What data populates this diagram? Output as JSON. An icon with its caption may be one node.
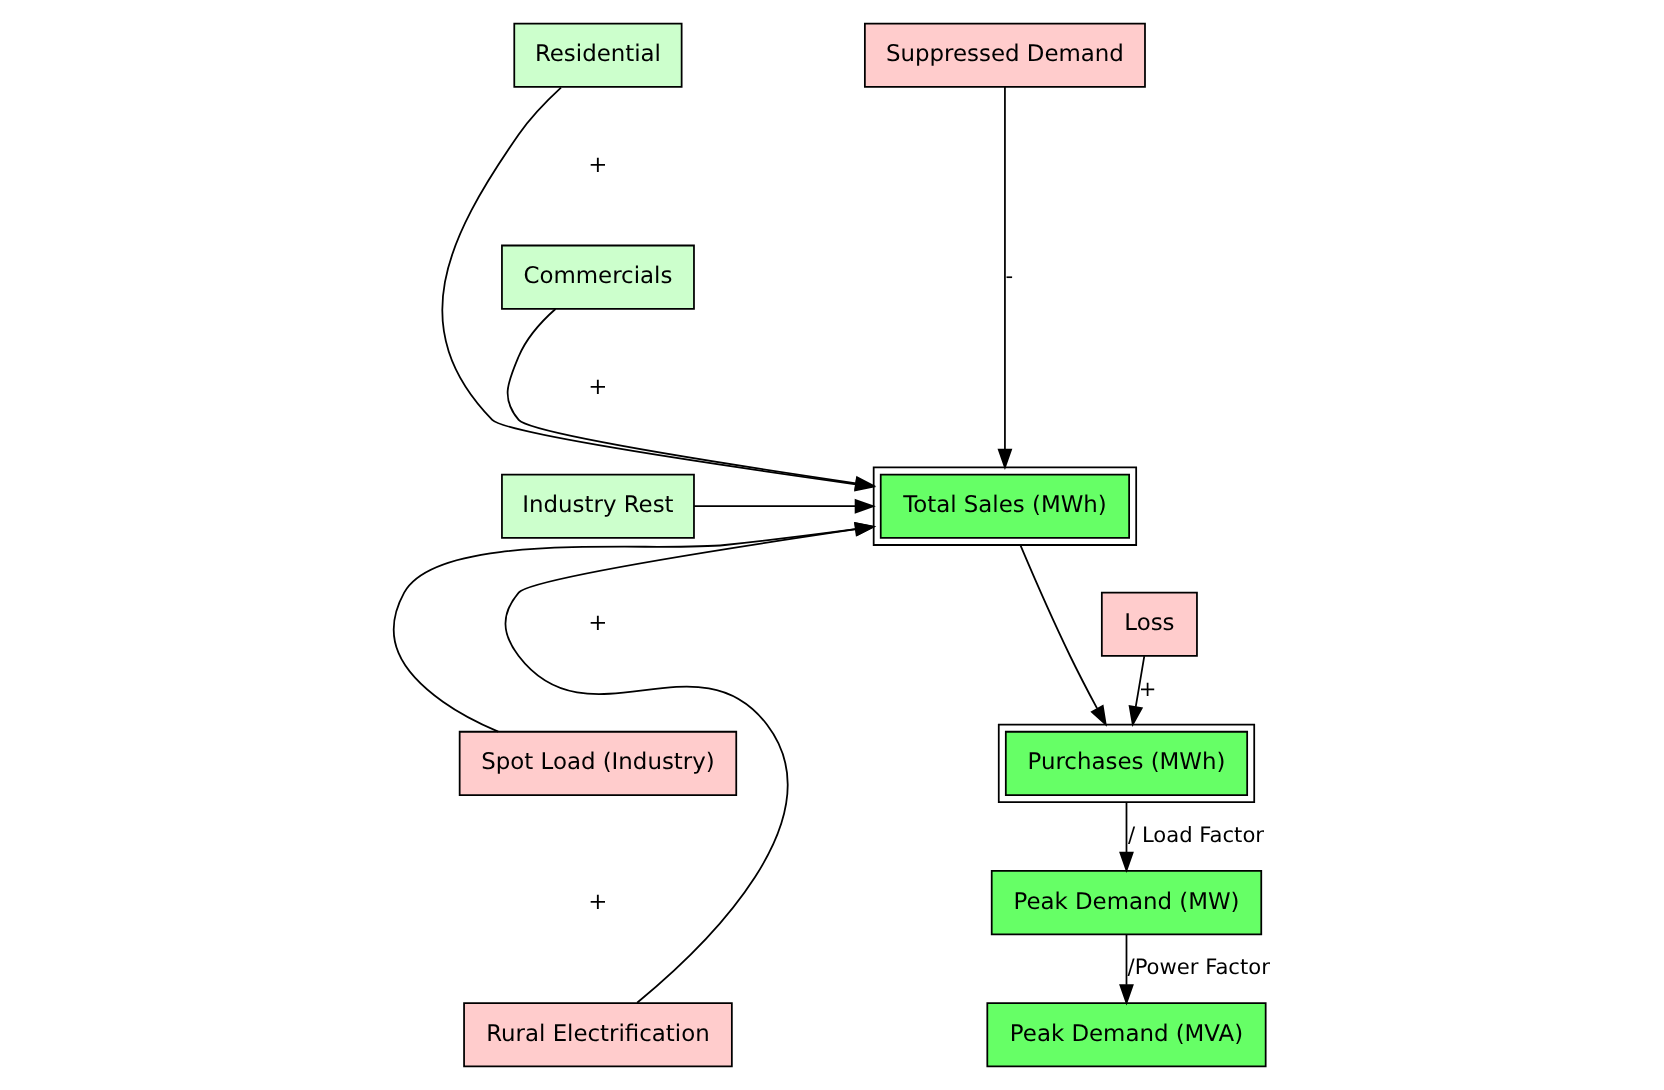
{
  "diagram": {
    "nodes": [
      {
        "text": [
          "Residential"
        ]
      },
      {
        "text": [
          "Commercials"
        ]
      },
      {
        "text": [
          "Industry Rest"
        ]
      },
      {
        "text": [
          "Spot Load (Industry)"
        ]
      },
      {
        "text": [
          "Rural Electrification"
        ]
      },
      {
        "text": [
          "Suppressed Demand"
        ]
      },
      {
        "text": [
          "Total Sales (MWh)"
        ]
      },
      {
        "text": [
          "Loss"
        ]
      },
      {
        "text": [
          "Purchases (MWh)"
        ]
      },
      {
        "text": [
          "Peak Demand (MW)"
        ]
      },
      {
        "text": [
          "Peak Demand (MVA)"
        ]
      }
    ],
    "edges": [
      {
        "from": 0,
        "to": 6,
        "arrow": "to"
      },
      {
        "from": 1,
        "to": 6,
        "arrow": "to"
      },
      {
        "from": 2,
        "to": 6,
        "arrow": "to"
      },
      {
        "from": 3,
        "to": 6,
        "arrow": "to"
      },
      {
        "from": 4,
        "to": 6,
        "arrow": "to"
      },
      {
        "from": 5,
        "to": 6,
        "arrow": "to",
        "label": "-"
      },
      {
        "from": 6,
        "to": 8,
        "arrow": "to"
      },
      {
        "from": 7,
        "to": 8,
        "arrow": "to",
        "label": "+"
      },
      {
        "from": 8,
        "to": 9,
        "arrow": "to",
        "label": "/ Load Factor"
      },
      {
        "from": 9,
        "to": 10,
        "arrow": "to",
        "label": "/Power Factor"
      }
    ],
    "labels": [
      "+",
      "+",
      "+",
      "+"
    ]
  }
}
